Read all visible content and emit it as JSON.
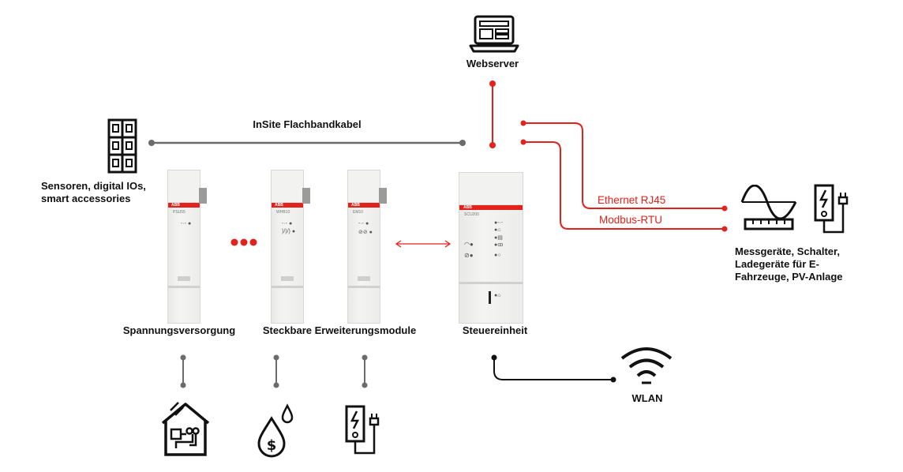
{
  "labels": {
    "webserver": "Webserver",
    "insite_cable": "InSite Flachbandkabel",
    "sensors_line1": "Sensoren, digital IOs,",
    "sensors_line2": "smart accessories",
    "ethernet": "Ethernet RJ45",
    "modbus": "Modbus-RTU",
    "devices_line1": "Messgeräte, Schalter,",
    "devices_line2": "Ladegeräte für E-",
    "devices_line3": "Fahrzeuge, PV-Anlage",
    "power_supply": "Spannungsversorgung",
    "extension_modules": "Steckbare Erweiterungsmodule",
    "control_unit": "Steuereinheit",
    "wlan": "WLAN"
  },
  "modules": {
    "power_supply": {
      "brand": "ABB",
      "model": "PSU55"
    },
    "water_heat_module": {
      "brand": "ABB",
      "model": "WHB10"
    },
    "energy_module": {
      "brand": "ABB",
      "model": "EM10"
    },
    "control_unit": {
      "brand": "ABB",
      "model": "SCU200"
    }
  },
  "colors": {
    "red_line": "#e2221c",
    "gray_line": "#6b6b6b",
    "black_line": "#111111",
    "label_text": "#111111"
  }
}
